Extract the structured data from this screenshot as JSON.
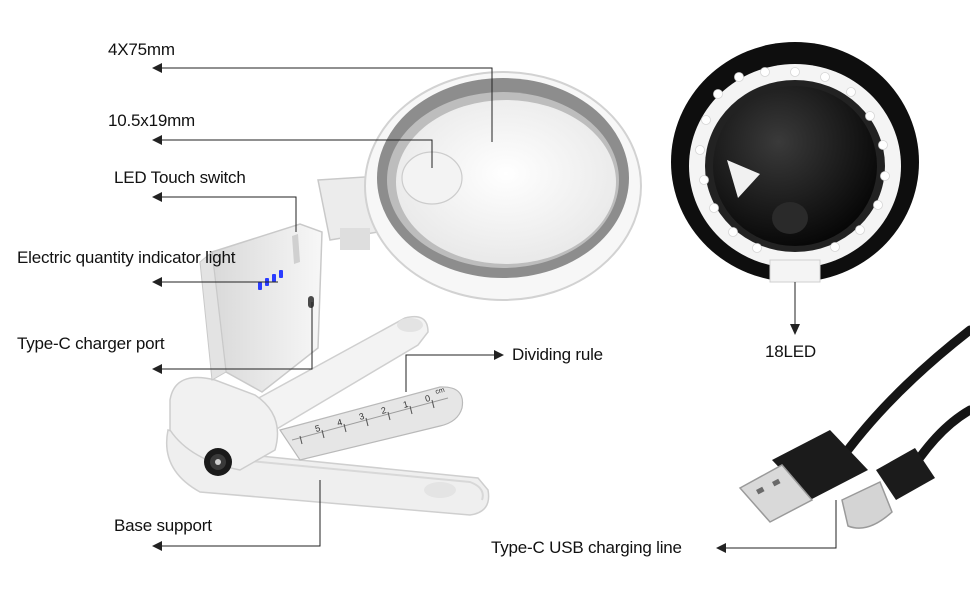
{
  "labels": {
    "lens_size": "4X75mm",
    "small_lens_size": "10.5x19mm",
    "led_touch_switch": "LED Touch switch",
    "battery_indicator": "Electric quantity indicator light",
    "charger_port": "Type-C charger port",
    "dividing_rule": "Dividing rule",
    "led_count": "18LED",
    "base_support": "Base support",
    "usb_cable": "Type-C USB charging line"
  },
  "ruler_numbers": [
    "5",
    "4",
    "3",
    "2",
    "1",
    "0"
  ],
  "ruler_unit": "cm",
  "colors": {
    "body_white": "#f4f4f4",
    "frame_gray": "#8d8d8d",
    "indicator_blue": "#2a3cff",
    "cable_black": "#151515",
    "leader_line": "#222222"
  }
}
